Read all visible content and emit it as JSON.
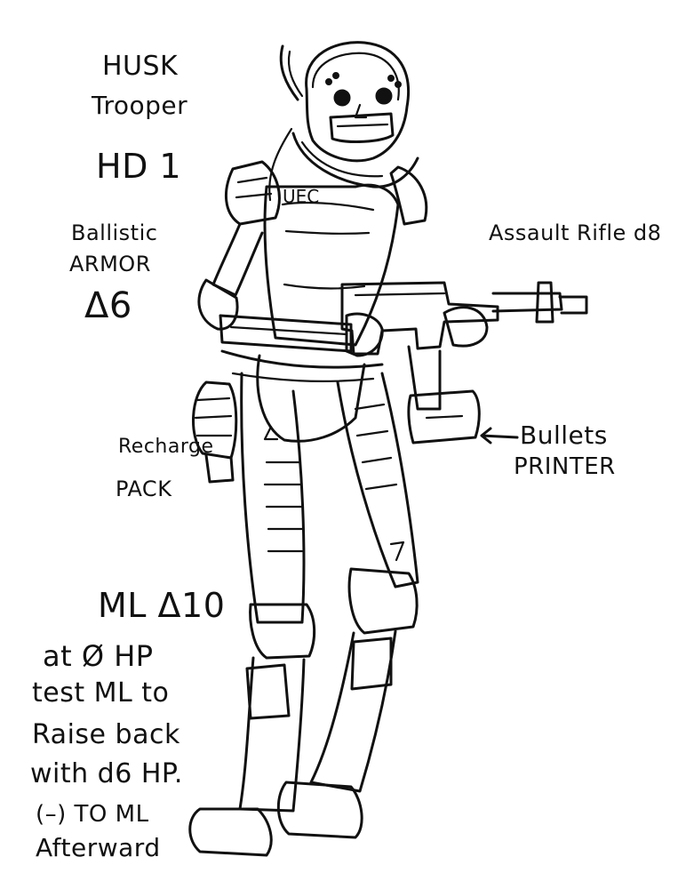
{
  "title": {
    "line1": "HUSK",
    "line2": "Trooper"
  },
  "stats": {
    "hd": "HD 1",
    "armor_line1": "Ballistic",
    "armor_line2": "ARMOR",
    "armor_value": "Δ6",
    "ml": "ML Δ10"
  },
  "callouts": {
    "weapon": "Assault Rifle d8",
    "printer_line1": "Bullets",
    "printer_line2": "PRINTER",
    "pack_line1": "Recharge",
    "pack_line2": "PACK"
  },
  "figure": {
    "chest_marking": "UEC",
    "icon": "armored-trooper-sketch"
  },
  "rule_lines": [
    "at Ø HP",
    "test ML to",
    "Raise back",
    "with d6 HP.",
    "(–) TO ML",
    "Afterward"
  ],
  "colors": {
    "ink": "#111111",
    "paper": "#ffffff"
  }
}
